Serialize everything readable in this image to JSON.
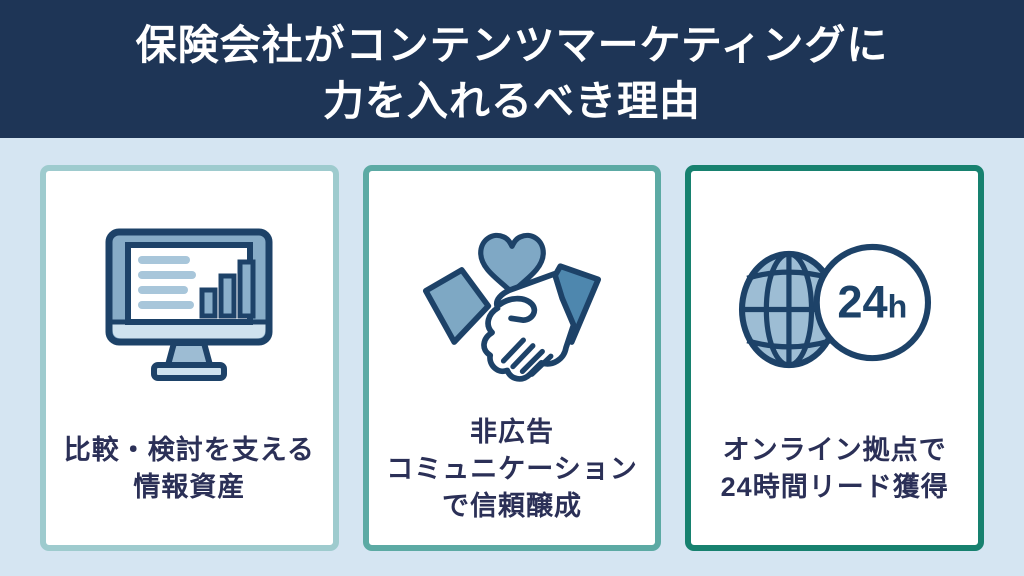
{
  "header": {
    "title_line1": "保険会社がコンテンツマーケティングに",
    "title_line2": "力を入れるべき理由",
    "bg_color": "#1e3556",
    "text_color": "#ffffff"
  },
  "background_color": "#d5e5f2",
  "colors": {
    "icon_outline": "#1d4268",
    "icon_steel_blue": "#87acc7",
    "icon_light_blue": "#cfe2ee",
    "icon_muted_line": "#a8c6da",
    "label_text": "#2b3057"
  },
  "cards": [
    {
      "icon": "monitor-chart-icon",
      "border_color": "#9ecbce",
      "label_lines": [
        "比較・検討を支える",
        "情報資産"
      ]
    },
    {
      "icon": "handshake-heart-icon",
      "border_color": "#5caaa4",
      "label_lines": [
        "非広告",
        "コミュニケーション",
        "で信頼醸成"
      ]
    },
    {
      "icon": "globe-24h-icon",
      "border_color": "#17816f",
      "badge_number": "24",
      "badge_unit": "h",
      "label_lines": [
        "オンライン拠点で",
        "24時間リード獲得"
      ]
    }
  ]
}
